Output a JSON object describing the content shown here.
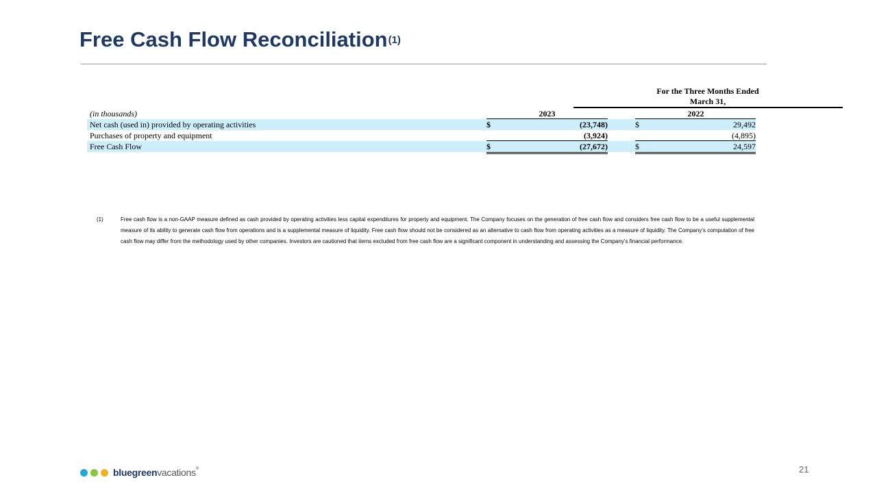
{
  "title": {
    "text": "Free Cash Flow Reconciliation",
    "superscript": "(1)"
  },
  "table": {
    "period_header_line1": "For the Three Months Ended",
    "period_header_line2": "March 31,",
    "units_label": "(in thousands)",
    "years": [
      "2023",
      "2022"
    ],
    "currency_symbol": "$",
    "rows": [
      {
        "label": "Net cash (used in) provided by operating activities",
        "v2023": "(23,748)",
        "v2022": "29,492"
      },
      {
        "label": "Purchases of property and equipment",
        "v2023": "(3,924)",
        "v2022": "(4,895)"
      },
      {
        "label": "Free Cash Flow",
        "v2023": "(27,672)",
        "v2022": "24,597"
      }
    ]
  },
  "footnote": {
    "marker": "(1)",
    "text": "Free cash flow is a non-GAAP measure defined as cash provided by operating activities less capital expenditures for property and equipment.  The Company focuses on the generation of free cash flow and considers free cash flow to be a useful supplemental measure of its ability to generate cash flow from operations and is a supplemental measure of liquidity.  Free cash flow should not be considered as an alternative to cash flow from operating activities as a measure of liquidity.  The Company's computation of free cash flow may differ from the methodology used by other companies.  Investors are cautioned that items excluded from free cash flow are a significant component in understanding and assessing the Company's financial performance."
  },
  "logo": {
    "brand_part1": "bluegreen",
    "brand_part2": "vacations",
    "registered": "®",
    "dot_colors": [
      "#1fa9d8",
      "#8dc63f",
      "#f2b21b"
    ]
  },
  "page_number": "21",
  "colors": {
    "title": "#1f3864",
    "row_shade": "#cdeefb"
  }
}
